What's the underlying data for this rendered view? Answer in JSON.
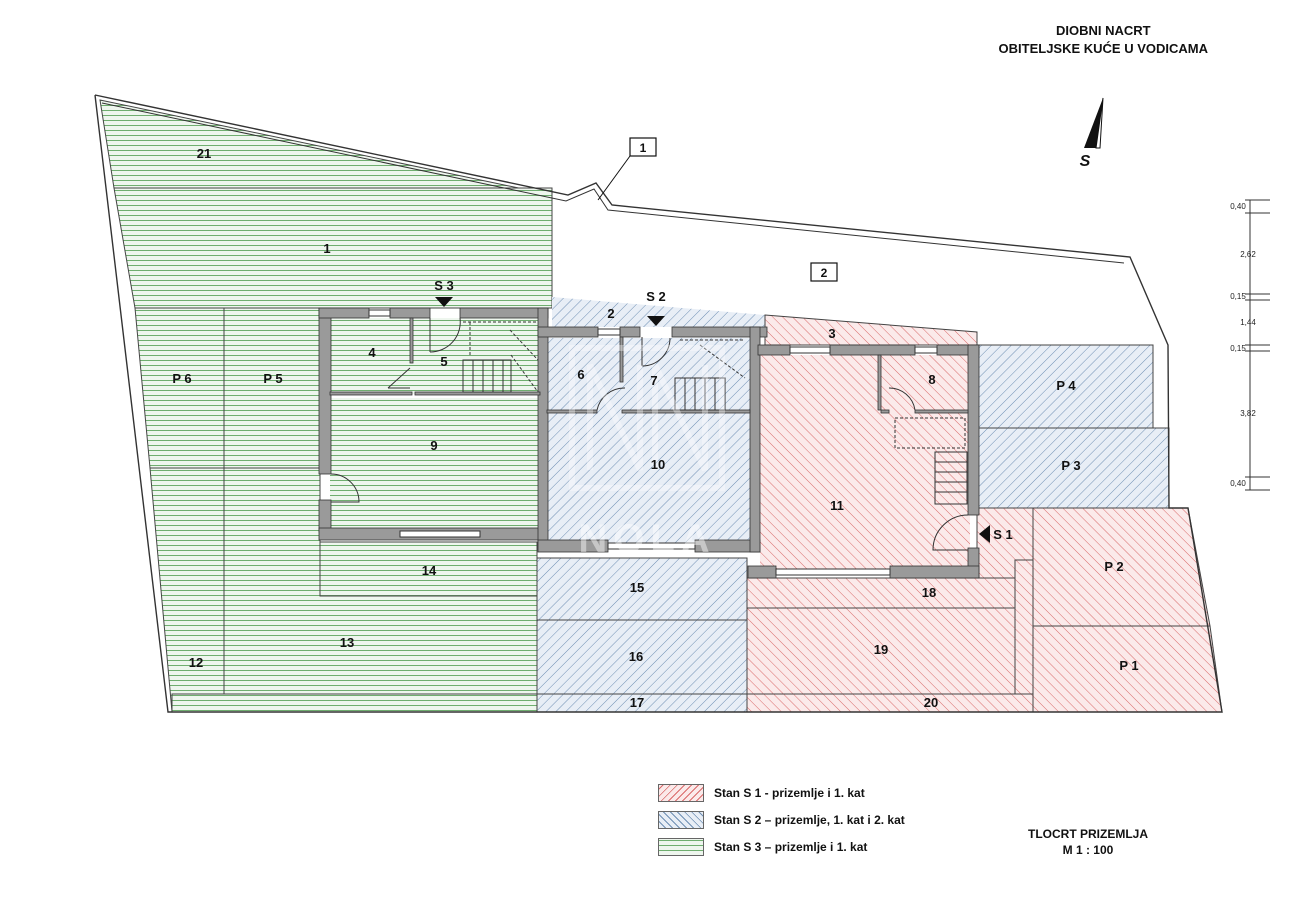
{
  "title": {
    "line1": "DIOBNI NACRT",
    "line2": "OBITELJSKE KUĆE U VODICAMA"
  },
  "north_label": "S",
  "watermark": "NOLA",
  "colors": {
    "s1": "#e89a9a",
    "s2": "#8aa6c4",
    "s3": "#8fbf8f",
    "wall": "#9a9a9a"
  },
  "areas": {
    "a1": "1",
    "a2": "2",
    "a3": "3",
    "a4": "4",
    "a5": "5",
    "a6": "6",
    "a7": "7",
    "a8": "8",
    "a9": "9",
    "a10": "10",
    "a11": "11",
    "a12": "12",
    "a13": "13",
    "a14": "14",
    "a15": "15",
    "a16": "16",
    "a17": "17",
    "a18": "18",
    "a19": "19",
    "a20": "20",
    "a21": "21",
    "p1": "P 1",
    "p2": "P 2",
    "p3": "P 3",
    "p4": "P 4",
    "p5": "P 5",
    "p6": "P 6",
    "a2b": "2",
    "box1": "1",
    "box2": "2"
  },
  "entrances": {
    "s1": "S 1",
    "s2": "S 2",
    "s3": "S 3"
  },
  "dimensions": [
    "0,40",
    "2,62",
    "0,15",
    "1,44",
    "0,15",
    "3,82",
    "0,40"
  ],
  "legend": [
    {
      "label": "Stan S 1 - prizemlje i 1. kat"
    },
    {
      "label": "Stan S 2 – prizemlje, 1. kat i 2. kat"
    },
    {
      "label": "Stan S 3 – prizemlje i 1. kat"
    }
  ],
  "scale": {
    "line1": "TLOCRT PRIZEMLJA",
    "line2": "M 1 : 100"
  }
}
